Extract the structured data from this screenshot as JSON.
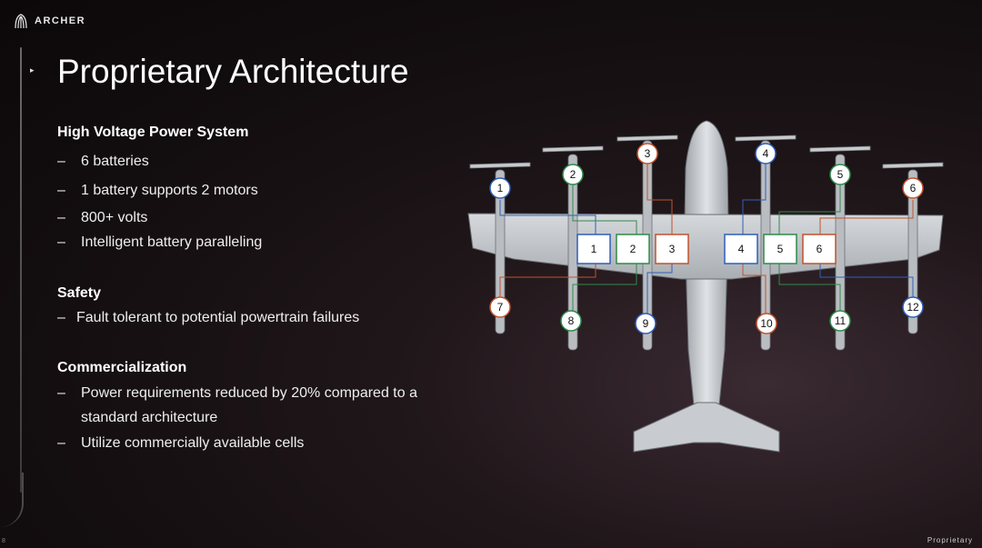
{
  "brand": {
    "name": "ARCHER"
  },
  "title": "Proprietary Architecture",
  "sections": [
    {
      "heading": "High Voltage Power System",
      "bullets": [
        "6 batteries",
        "1 battery supports 2 motors",
        "800+ volts",
        "Intelligent battery paralleling"
      ]
    },
    {
      "heading": "Safety",
      "bullets": [
        "Fault tolerant to potential powertrain failures"
      ]
    },
    {
      "heading": "Commercialization",
      "bullets": [
        "Power requirements reduced by 20% compared to a",
        "standard architecture",
        "Utilize commercially available cells"
      ]
    }
  ],
  "diagram": {
    "batteries": [
      "1",
      "2",
      "3",
      "4",
      "5",
      "6"
    ],
    "motors_front": [
      "1",
      "2",
      "3",
      "4",
      "5",
      "6"
    ],
    "motors_rear": [
      "7",
      "8",
      "9",
      "10",
      "11",
      "12"
    ],
    "colors": {
      "blue": "#2f5fb8",
      "green": "#2e8a4a",
      "orange": "#c0532e"
    }
  },
  "footer": {
    "page": "8",
    "label": "Proprietary"
  }
}
